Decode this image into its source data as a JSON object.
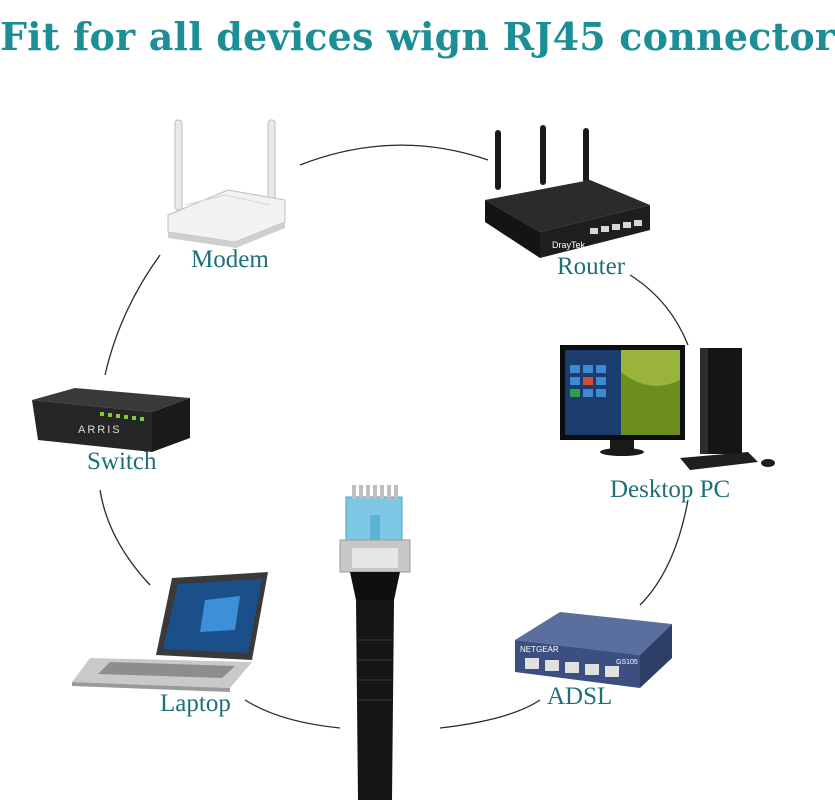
{
  "title": "Fit for all devices wign RJ45 connector",
  "colors": {
    "title": "#1c8f96",
    "label": "#1e6f79",
    "ring": "#2a2a2a"
  },
  "devices": [
    {
      "label": "Modem",
      "icon": "modem-icon"
    },
    {
      "label": "Router",
      "icon": "router-icon"
    },
    {
      "label": "Desktop PC",
      "icon": "desktop-pc-icon"
    },
    {
      "label": "ADSL",
      "icon": "adsl-switch-icon"
    },
    {
      "label": "Laptop",
      "icon": "laptop-icon"
    },
    {
      "label": "Switch",
      "icon": "switch-icon"
    }
  ],
  "connector": {
    "icon": "rj45-connector-icon"
  },
  "device_text": {
    "router_brand": "DrayTek",
    "switch_brand": "ARRIS",
    "adsl_brand": "NETGEAR",
    "adsl_model": "GS105"
  }
}
